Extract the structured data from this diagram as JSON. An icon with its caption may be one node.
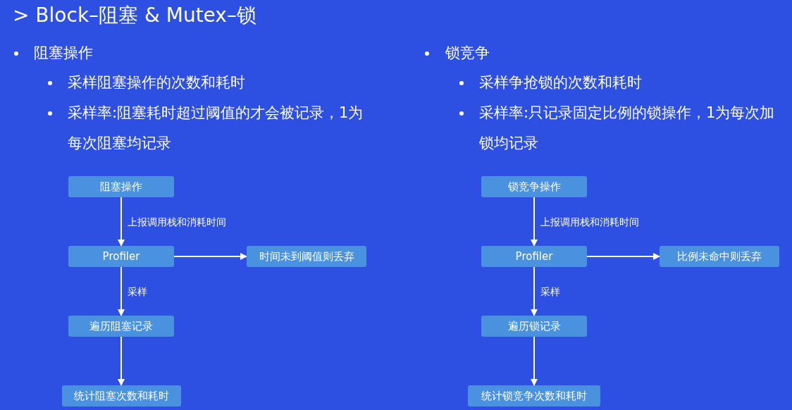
{
  "diagram": {
    "title": "> Block–阻塞 & Mutex–锁",
    "nodes": [
      {
        "text": [
          "阻塞操作"
        ]
      },
      {
        "text": [
          "Profiler"
        ]
      },
      {
        "text": [
          "时间未到阈值则丢弃"
        ]
      },
      {
        "text": [
          "遍历阻塞记录"
        ]
      },
      {
        "text": [
          "统计阻塞次数和耗时"
        ]
      },
      {
        "text": [
          "锁竞争操作"
        ]
      },
      {
        "text": [
          "Profiler"
        ]
      },
      {
        "text": [
          "比例未命中则丢弃"
        ]
      },
      {
        "text": [
          "遍历锁记录"
        ]
      },
      {
        "text": [
          "统计锁竞争次数和耗时"
        ]
      }
    ],
    "edges": [
      {
        "from": 0,
        "to": 1,
        "arrow": "to",
        "label": "上报调用栈和消耗时间"
      },
      {
        "from": 1,
        "to": 2,
        "arrow": "to"
      },
      {
        "from": 1,
        "to": 3,
        "arrow": "to",
        "label": "采样"
      },
      {
        "from": 3,
        "to": 4,
        "arrow": "to"
      },
      {
        "from": 5,
        "to": 6,
        "arrow": "to",
        "label": "上报调用栈和消耗时间"
      },
      {
        "from": 6,
        "to": 7,
        "arrow": "to"
      },
      {
        "from": 6,
        "to": 8,
        "arrow": "to",
        "label": "采样"
      },
      {
        "from": 8,
        "to": 9,
        "arrow": "to"
      }
    ],
    "labels": [
      "阻塞操作",
      "锁竞争",
      "采样阻塞操作的次数和耗时",
      "采样争抢锁的次数和耗时",
      "采样率:阻塞耗时超过阈值的才会被记录，1为每次阻塞均记录",
      "采样率:只记录固定比例的锁操作，1为每次加锁均记录"
    ]
  }
}
